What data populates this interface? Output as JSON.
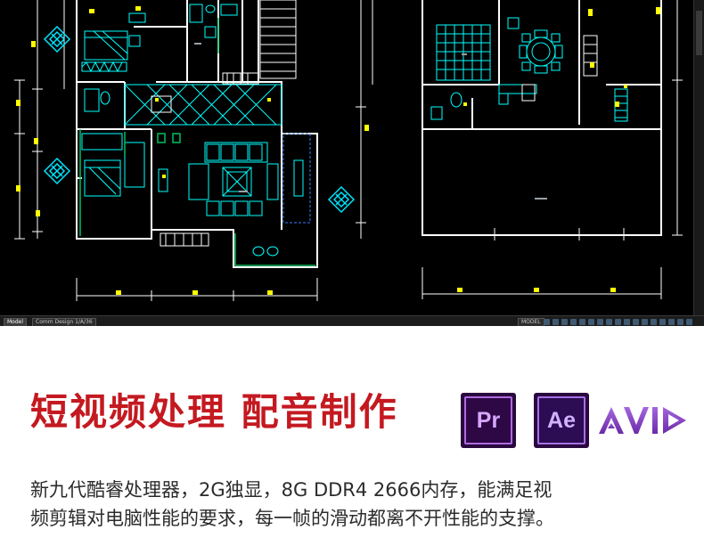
{
  "cad": {
    "layout_tabs": [
      "Model",
      "Comm Design 1/A/36"
    ],
    "model_button": "MODEL",
    "colors": {
      "background": "#000000",
      "wall": "#ffffff",
      "furniture": "#00ffff",
      "accent_green": "#00c060",
      "marker": "#ffff00",
      "diamond": "#00e5ff"
    }
  },
  "headline": {
    "text": "短视频处理 配音制作",
    "color": "#c41920"
  },
  "apps": {
    "premiere": {
      "label": "Pr",
      "icon": "premiere-pro-icon"
    },
    "after_effects": {
      "label": "Ae",
      "icon": "after-effects-icon"
    },
    "avid": {
      "label": "AVID",
      "icon": "avid-logo"
    }
  },
  "description": {
    "line1": "新九代酷睿处理器，2G独显，8G DDR4 2666内存，能满足视",
    "line2": "频剪辑对电脑性能的要求，每一帧的滑动都离不开性能的支撑。"
  }
}
